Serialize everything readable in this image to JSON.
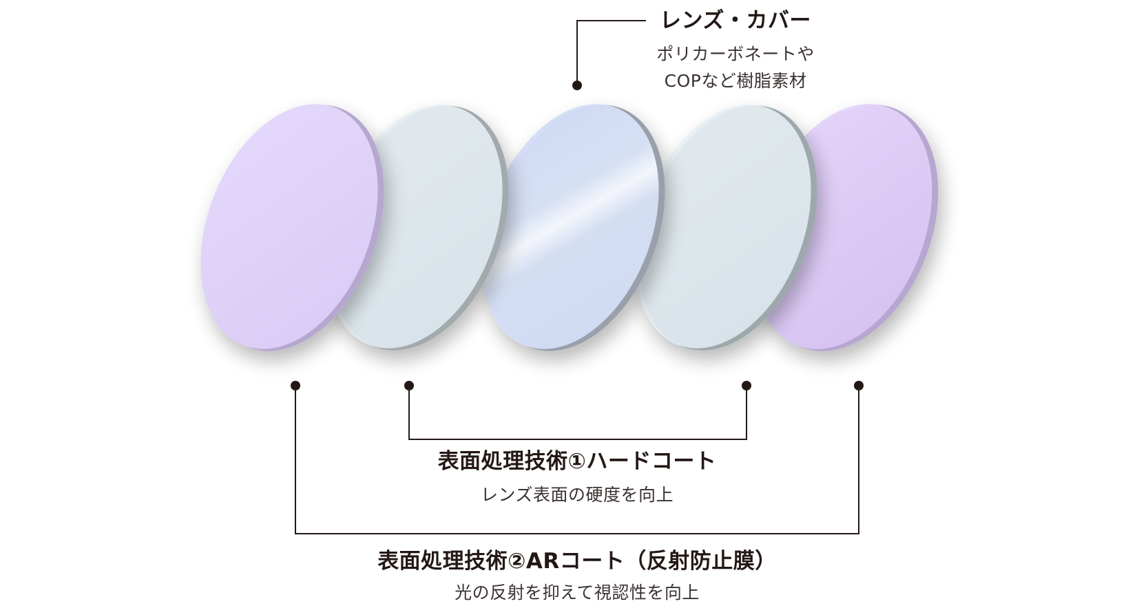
{
  "layers": {
    "lens_cover": {
      "title": "レンズ・カバー",
      "description_lines": [
        "ポリカーボネートや",
        "COPなど樹脂素材"
      ]
    },
    "hard_coat": {
      "title": "表面処理技術①ハードコート",
      "description": "レンズ表面の硬度を向上"
    },
    "ar_coat": {
      "title": "表面処理技術②ARコート（反射防止膜）",
      "description": "光の反射を抑えて視認性を向上"
    }
  },
  "colors": {
    "ar_coat_layer": "#e2d6fa",
    "hard_coat_layer": "#e3ecf3",
    "lens_cover_layer": "#d3def6",
    "leader_line": "#231815"
  }
}
